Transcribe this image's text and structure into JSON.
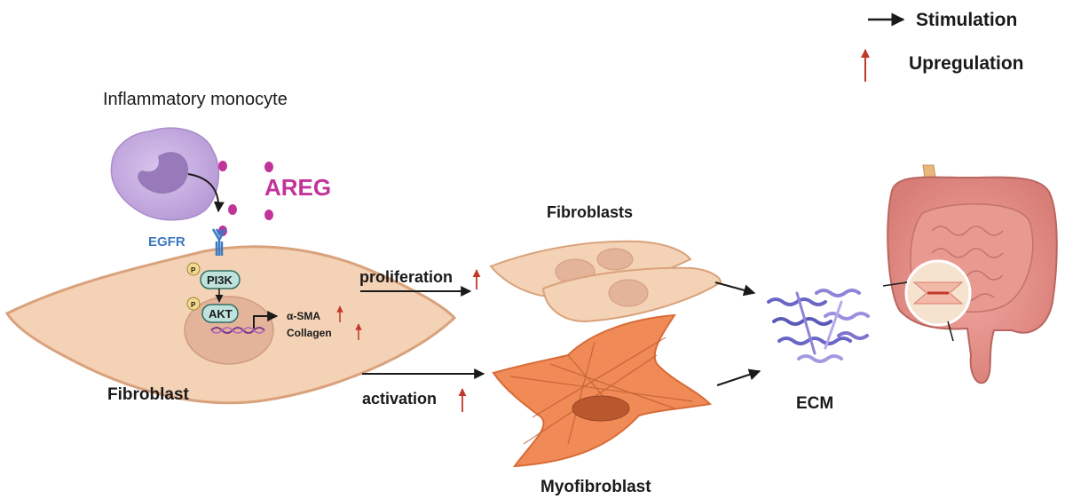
{
  "legend": {
    "stimulation": "Stimulation",
    "upregulation": "Upregulation"
  },
  "labels": {
    "monocyte": "Inflammatory monocyte",
    "areg": "AREG",
    "egfr": "EGFR",
    "pi3k": "PI3K",
    "akt": "AKT",
    "phospho": "P",
    "asma": "α-SMA",
    "collagen": "Collagen",
    "fibroblast": "Fibroblast",
    "fibroblasts": "Fibroblasts",
    "proliferation": "proliferation",
    "activation": "activation",
    "myofibroblast": "Myofibroblast",
    "ecm": "ECM"
  },
  "colors": {
    "stimulation_arrow": "#1a1a1a",
    "upregulation_arrow": "#c0392b",
    "areg": "#c2339a",
    "egfr": "#3a78c2",
    "cell_fill": "#f4d2b6",
    "cell_stroke": "#d9a27c",
    "monocyte": "#c9b3e0",
    "myofibroblast": "#f08b57"
  }
}
